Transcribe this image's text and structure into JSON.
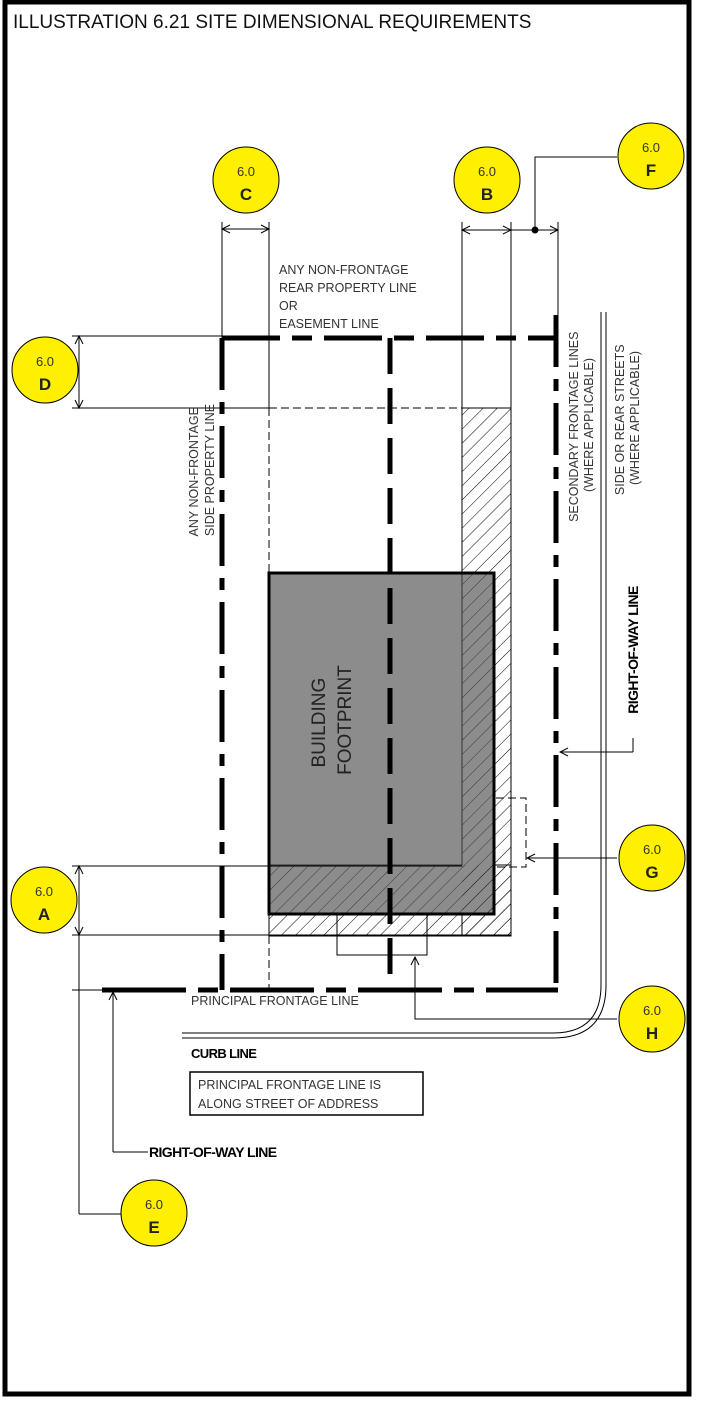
{
  "title": "ILLUSTRATION 6.21 SITE DIMENSIONAL REQUIREMENTS",
  "colors": {
    "bubble_fill": "#ffef00",
    "footprint_fill": "#8c8c8c",
    "line": "#000000",
    "frame": "#000000"
  },
  "bubbles": {
    "A": {
      "number": "6.0",
      "letter": "A"
    },
    "B": {
      "number": "6.0",
      "letter": "B"
    },
    "C": {
      "number": "6.0",
      "letter": "C"
    },
    "D": {
      "number": "6.0",
      "letter": "D"
    },
    "E": {
      "number": "6.0",
      "letter": "E"
    },
    "F": {
      "number": "6.0",
      "letter": "F"
    },
    "G": {
      "number": "6.0",
      "letter": "G"
    },
    "H": {
      "number": "6.0",
      "letter": "H"
    }
  },
  "labels": {
    "rear_property_line": [
      "ANY NON-FRONTAGE",
      "REAR PROPERTY LINE",
      "OR",
      "EASEMENT LINE"
    ],
    "side_property_line": [
      "ANY NON-FRONTAGE",
      "SIDE PROPERTY LINE"
    ],
    "secondary_frontage": [
      "SECONDARY FRONTAGE LINES",
      "(WHERE APPLICABLE)"
    ],
    "side_rear_streets": [
      "SIDE OR REAR STREETS",
      "(WHERE APPLICABLE)"
    ],
    "right_of_way_vertical": "RIGHT-OF-WAY LINE",
    "building_footprint": [
      "BUILDING",
      "FOOTPRINT"
    ],
    "principal_frontage_line": "PRINCIPAL FRONTAGE LINE",
    "curb_line": "CURB LINE",
    "note_box": [
      "PRINCIPAL FRONTAGE LINE IS",
      "ALONG STREET OF ADDRESS"
    ],
    "right_of_way_horizontal": "RIGHT-OF-WAY LINE"
  }
}
